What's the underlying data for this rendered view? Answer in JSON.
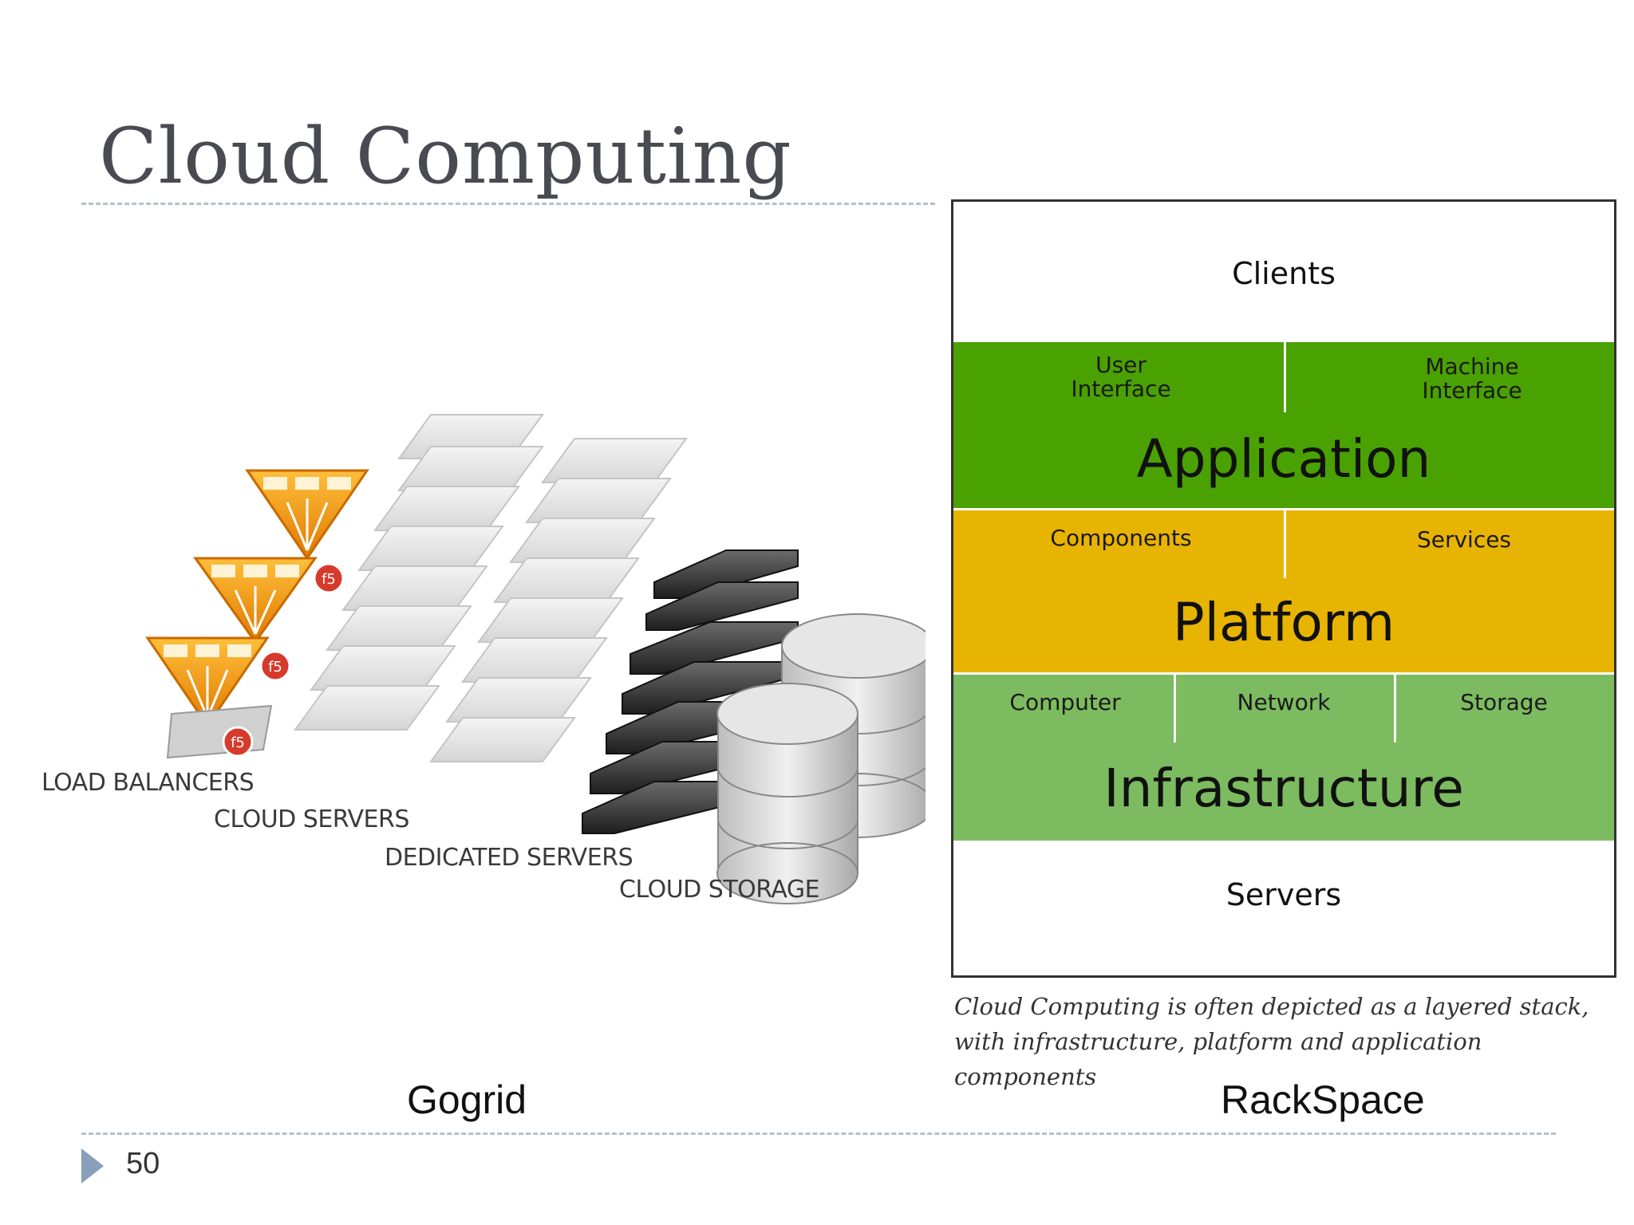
{
  "slide": {
    "title": "Cloud Computing",
    "page_number": "50"
  },
  "illustration": {
    "labels": {
      "load_balancers": "LOAD BALANCERS",
      "cloud_servers": "CLOUD SERVERS",
      "dedicated_servers": "DEDICATED SERVERS",
      "cloud_storage": "CLOUD STORAGE"
    },
    "badge_text": "f5",
    "caption": "Gogrid"
  },
  "stack": {
    "clients": "Clients",
    "application": {
      "title": "Application",
      "left": [
        "User",
        "Interface"
      ],
      "right": [
        "Machine",
        "Interface"
      ]
    },
    "platform": {
      "title": "Platform",
      "left": "Components",
      "right": "Services"
    },
    "infrastructure": {
      "title": "Infrastructure",
      "items": [
        "Computer",
        "Network",
        "Storage"
      ]
    },
    "servers": "Servers",
    "description": "Cloud Computing is often depicted as a layered stack, with infrastructure, platform and application components",
    "caption": "RackSpace",
    "colors": {
      "application": "#4aa102",
      "platform": "#e8b402",
      "infrastructure": "#7cbb5f"
    }
  }
}
